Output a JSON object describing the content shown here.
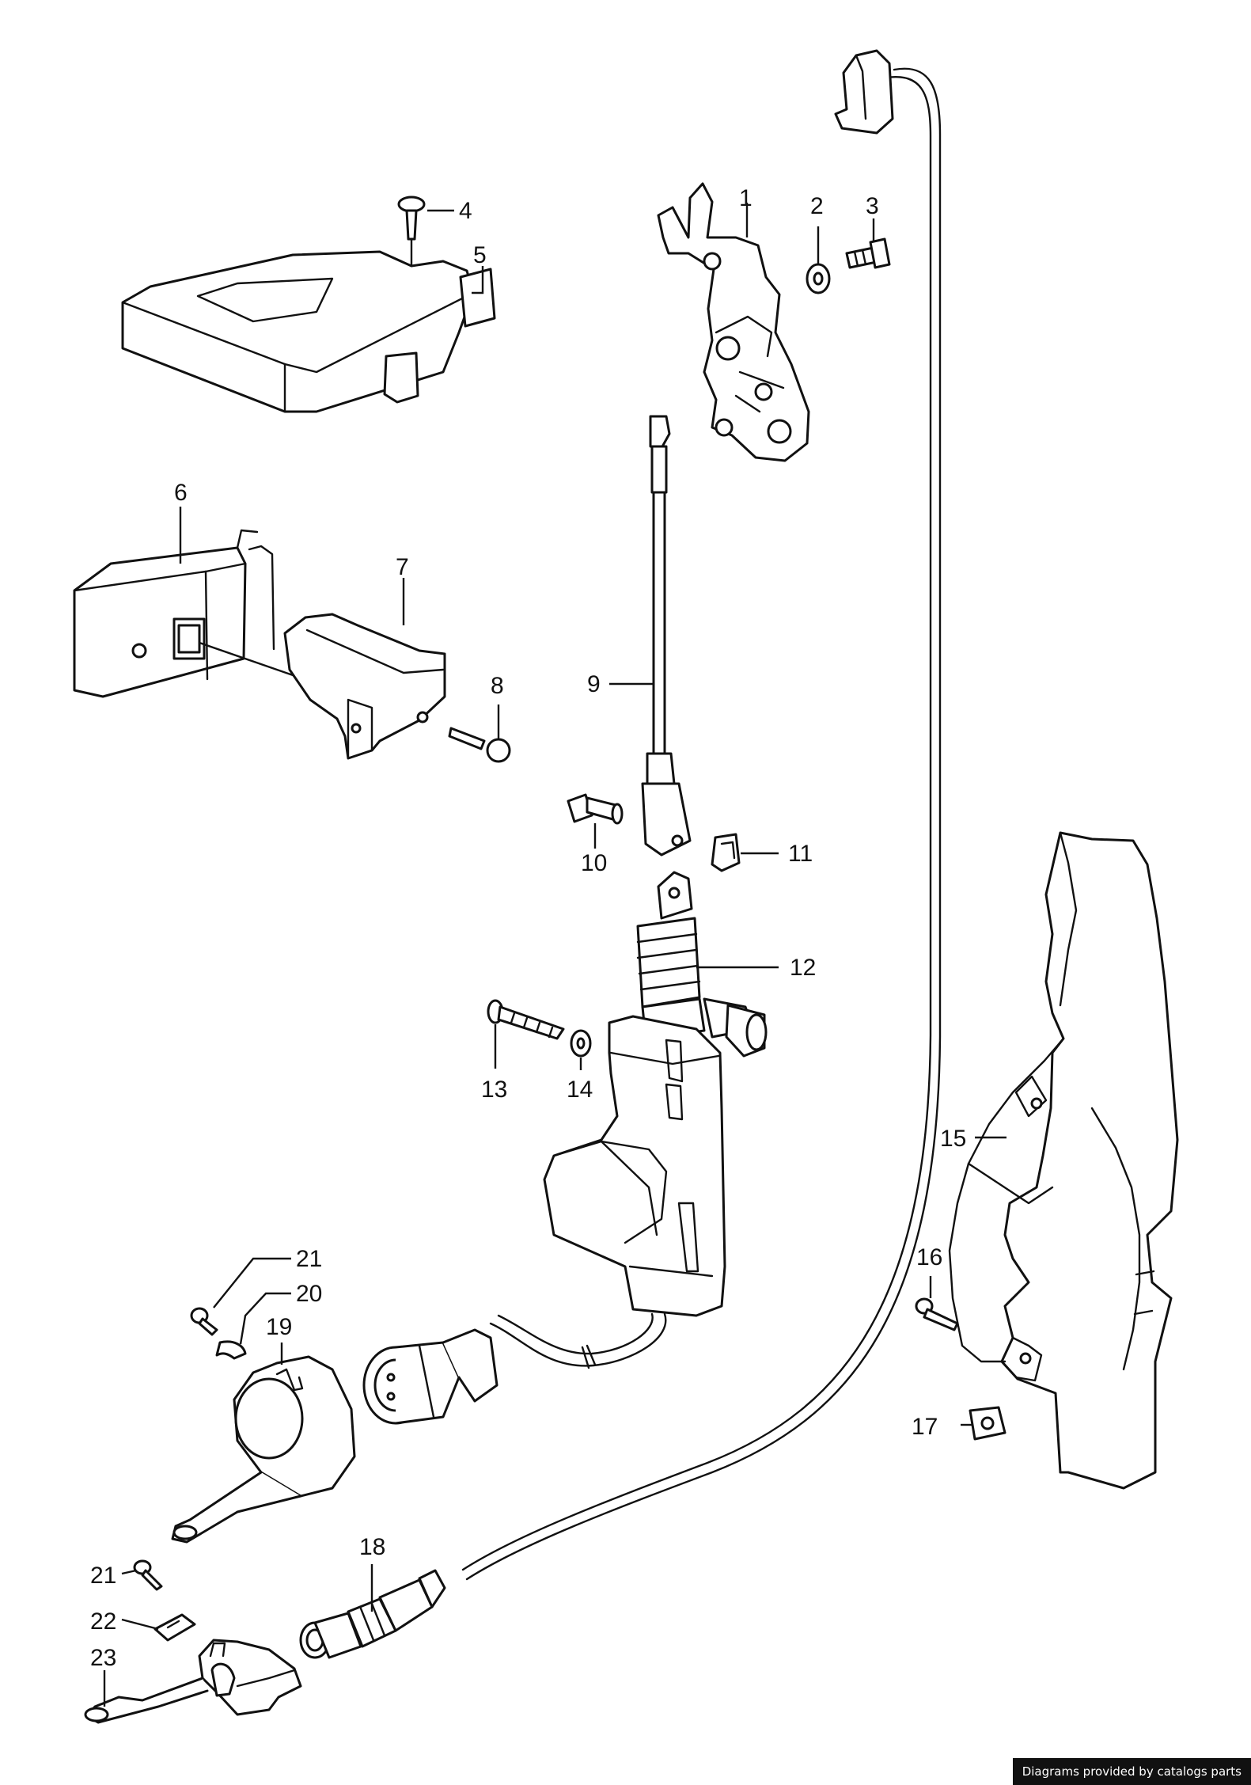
{
  "callouts": [
    "1",
    "2",
    "3",
    "4",
    "5",
    "6",
    "7",
    "8",
    "9",
    "10",
    "11",
    "12",
    "13",
    "14",
    "15",
    "16",
    "17",
    "18",
    "19",
    "20",
    "21",
    "22",
    "23",
    "21"
  ],
  "credit": "Diagrams provided by catalogs parts",
  "colors": {
    "line": "#111111",
    "background": "#ffffff",
    "credit_bg": "#111111",
    "credit_fg": "#ffffff"
  }
}
